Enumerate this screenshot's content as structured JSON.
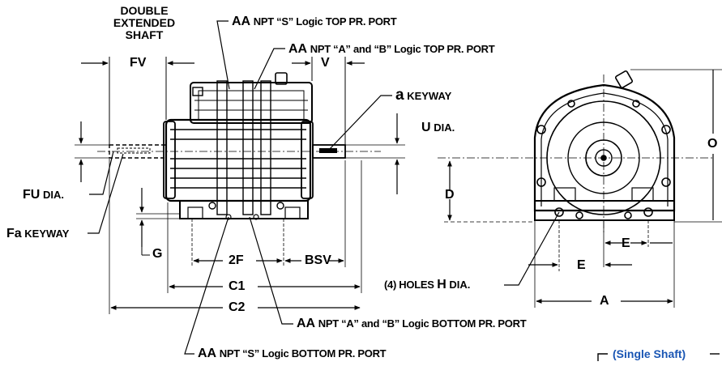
{
  "labels": {
    "double_extended_line1": "DOUBLE",
    "double_extended_line2": "EXTENDED",
    "double_extended_line3": "SHAFT",
    "fv": "FV",
    "v": "V",
    "aa_s_top_code": "AA",
    "aa_s_top_text": "NPT “S” Logic TOP PR. PORT",
    "aa_ab_top_code": "AA",
    "aa_ab_top_text": "NPT “A” and “B” Logic TOP PR. PORT",
    "a_keyway_code": "a",
    "a_keyway_text": "KEYWAY",
    "u_code": "U",
    "u_text": "DIA.",
    "fu_code": "FU",
    "fu_text": "DIA.",
    "fa_code": "Fa",
    "fa_text": "KEYWAY",
    "g": "G",
    "two_f": "2F",
    "bsv": "BSV",
    "c1": "C1",
    "c2": "C2",
    "aa_ab_bottom_code": "AA",
    "aa_ab_bottom_text": "NPT “A” and “B” Logic BOTTOM PR. PORT",
    "aa_s_bottom_code": "AA",
    "aa_s_bottom_text": "NPT “S” Logic BOTTOM PR. PORT",
    "d": "D",
    "o": "O",
    "e_left": "E",
    "e_right": "E",
    "a_dim": "A",
    "holes_prefix": "(4) HOLES",
    "holes_code": "H",
    "holes_suffix": "DIA.",
    "single_shaft": "(Single Shaft)"
  },
  "colors": {
    "ink": "#000000",
    "accent": "#1a56b4"
  }
}
